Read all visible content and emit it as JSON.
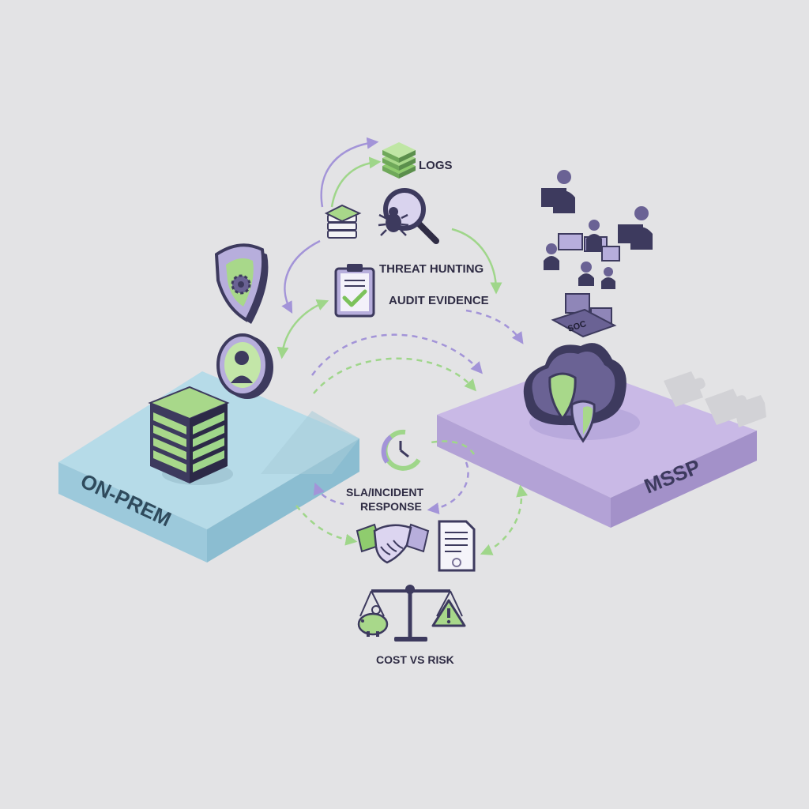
{
  "platforms": {
    "on_prem": "ON-PREM",
    "mssp": "MSSP"
  },
  "labels": {
    "logs": "LOGS",
    "threat_hunting": "THREAT HUNTING",
    "audit_evidence": "AUDIT EVIDENCE",
    "sla_line1": "SLA/INCIDENT",
    "sla_line2": "RESPONSE",
    "cost_vs_risk": "COST VS RISK",
    "soc": "SOC"
  },
  "colors": {
    "background": "#e3e3e5",
    "on_prem_platform": "#b6dbe8",
    "mssp_platform": "#c9b9e6",
    "accent_green": "#a8d88a",
    "accent_purple": "#a899d6",
    "dark_navy": "#3d3a5e",
    "arrow_green": "#9fd68a",
    "arrow_purple": "#a394d8"
  },
  "icons": [
    "logs-stack-icon",
    "threat-hunting-magnifier-icon",
    "data-stack-icon",
    "audit-clipboard-icon",
    "shield-gear-icon",
    "user-badge-icon",
    "server-rack-icon",
    "clock-icon",
    "handshake-icon",
    "contract-document-icon",
    "balance-scale-icon",
    "piggy-bank-icon",
    "warning-icon",
    "soc-team-icon",
    "soc-console-icon",
    "cloud-shield-icon",
    "puzzle-pieces-icon"
  ]
}
